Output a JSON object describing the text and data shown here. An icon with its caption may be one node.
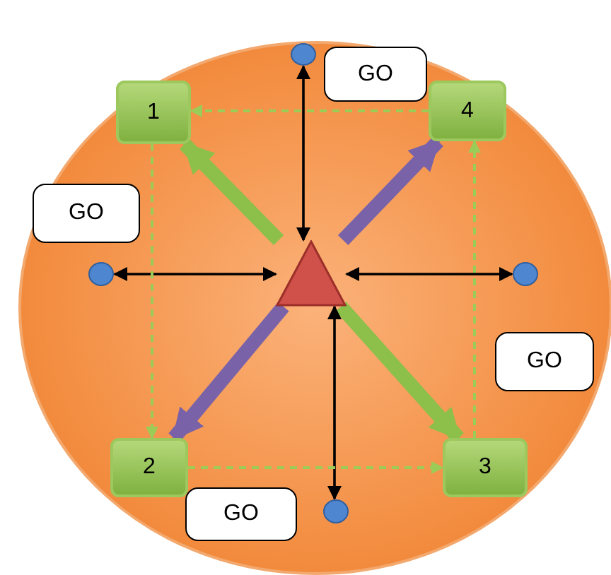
{
  "diagram": {
    "nodes": [
      {
        "text": [],
        "shape": "circle"
      },
      {
        "text": [
          "GO"
        ]
      },
      {
        "text": [
          "1"
        ]
      },
      {
        "text": [
          "4"
        ]
      },
      {
        "text": [
          "GO"
        ]
      },
      {
        "text": [],
        "shape": "circle"
      },
      {
        "text": [],
        "shape": "triangle"
      },
      {
        "text": [],
        "shape": "circle"
      },
      {
        "text": [
          "GO"
        ]
      },
      {
        "text": [
          "2"
        ]
      },
      {
        "text": [
          "3"
        ]
      },
      {
        "text": [
          "GO"
        ]
      },
      {
        "text": [],
        "shape": "circle"
      }
    ],
    "edges": [
      {
        "from": 6,
        "to": 2,
        "arrow": "to",
        "style": "thick",
        "color": "#8dbf4b"
      },
      {
        "from": 6,
        "to": 10,
        "arrow": "to",
        "style": "thick",
        "color": "#8dbf4b"
      },
      {
        "from": 6,
        "to": 3,
        "arrow": "to",
        "style": "thick",
        "color": "#7a62a8"
      },
      {
        "from": 6,
        "to": 9,
        "arrow": "to",
        "style": "thick",
        "color": "#7a62a8"
      },
      {
        "from": 6,
        "to": 0,
        "arrow": "both"
      },
      {
        "from": 6,
        "to": 5,
        "arrow": "both"
      },
      {
        "from": 6,
        "to": 7,
        "arrow": "both"
      },
      {
        "from": 6,
        "to": 12,
        "arrow": "both"
      },
      {
        "from": 3,
        "to": 2,
        "arrow": "to",
        "style": "dashed",
        "color": "#9ccc58"
      },
      {
        "from": 2,
        "to": 9,
        "arrow": "to",
        "style": "dashed",
        "color": "#9ccc58"
      },
      {
        "from": 9,
        "to": 10,
        "arrow": "to",
        "style": "dashed",
        "color": "#9ccc58"
      },
      {
        "from": 10,
        "to": 3,
        "arrow": "to",
        "style": "dashed",
        "color": "#9ccc58"
      }
    ]
  }
}
